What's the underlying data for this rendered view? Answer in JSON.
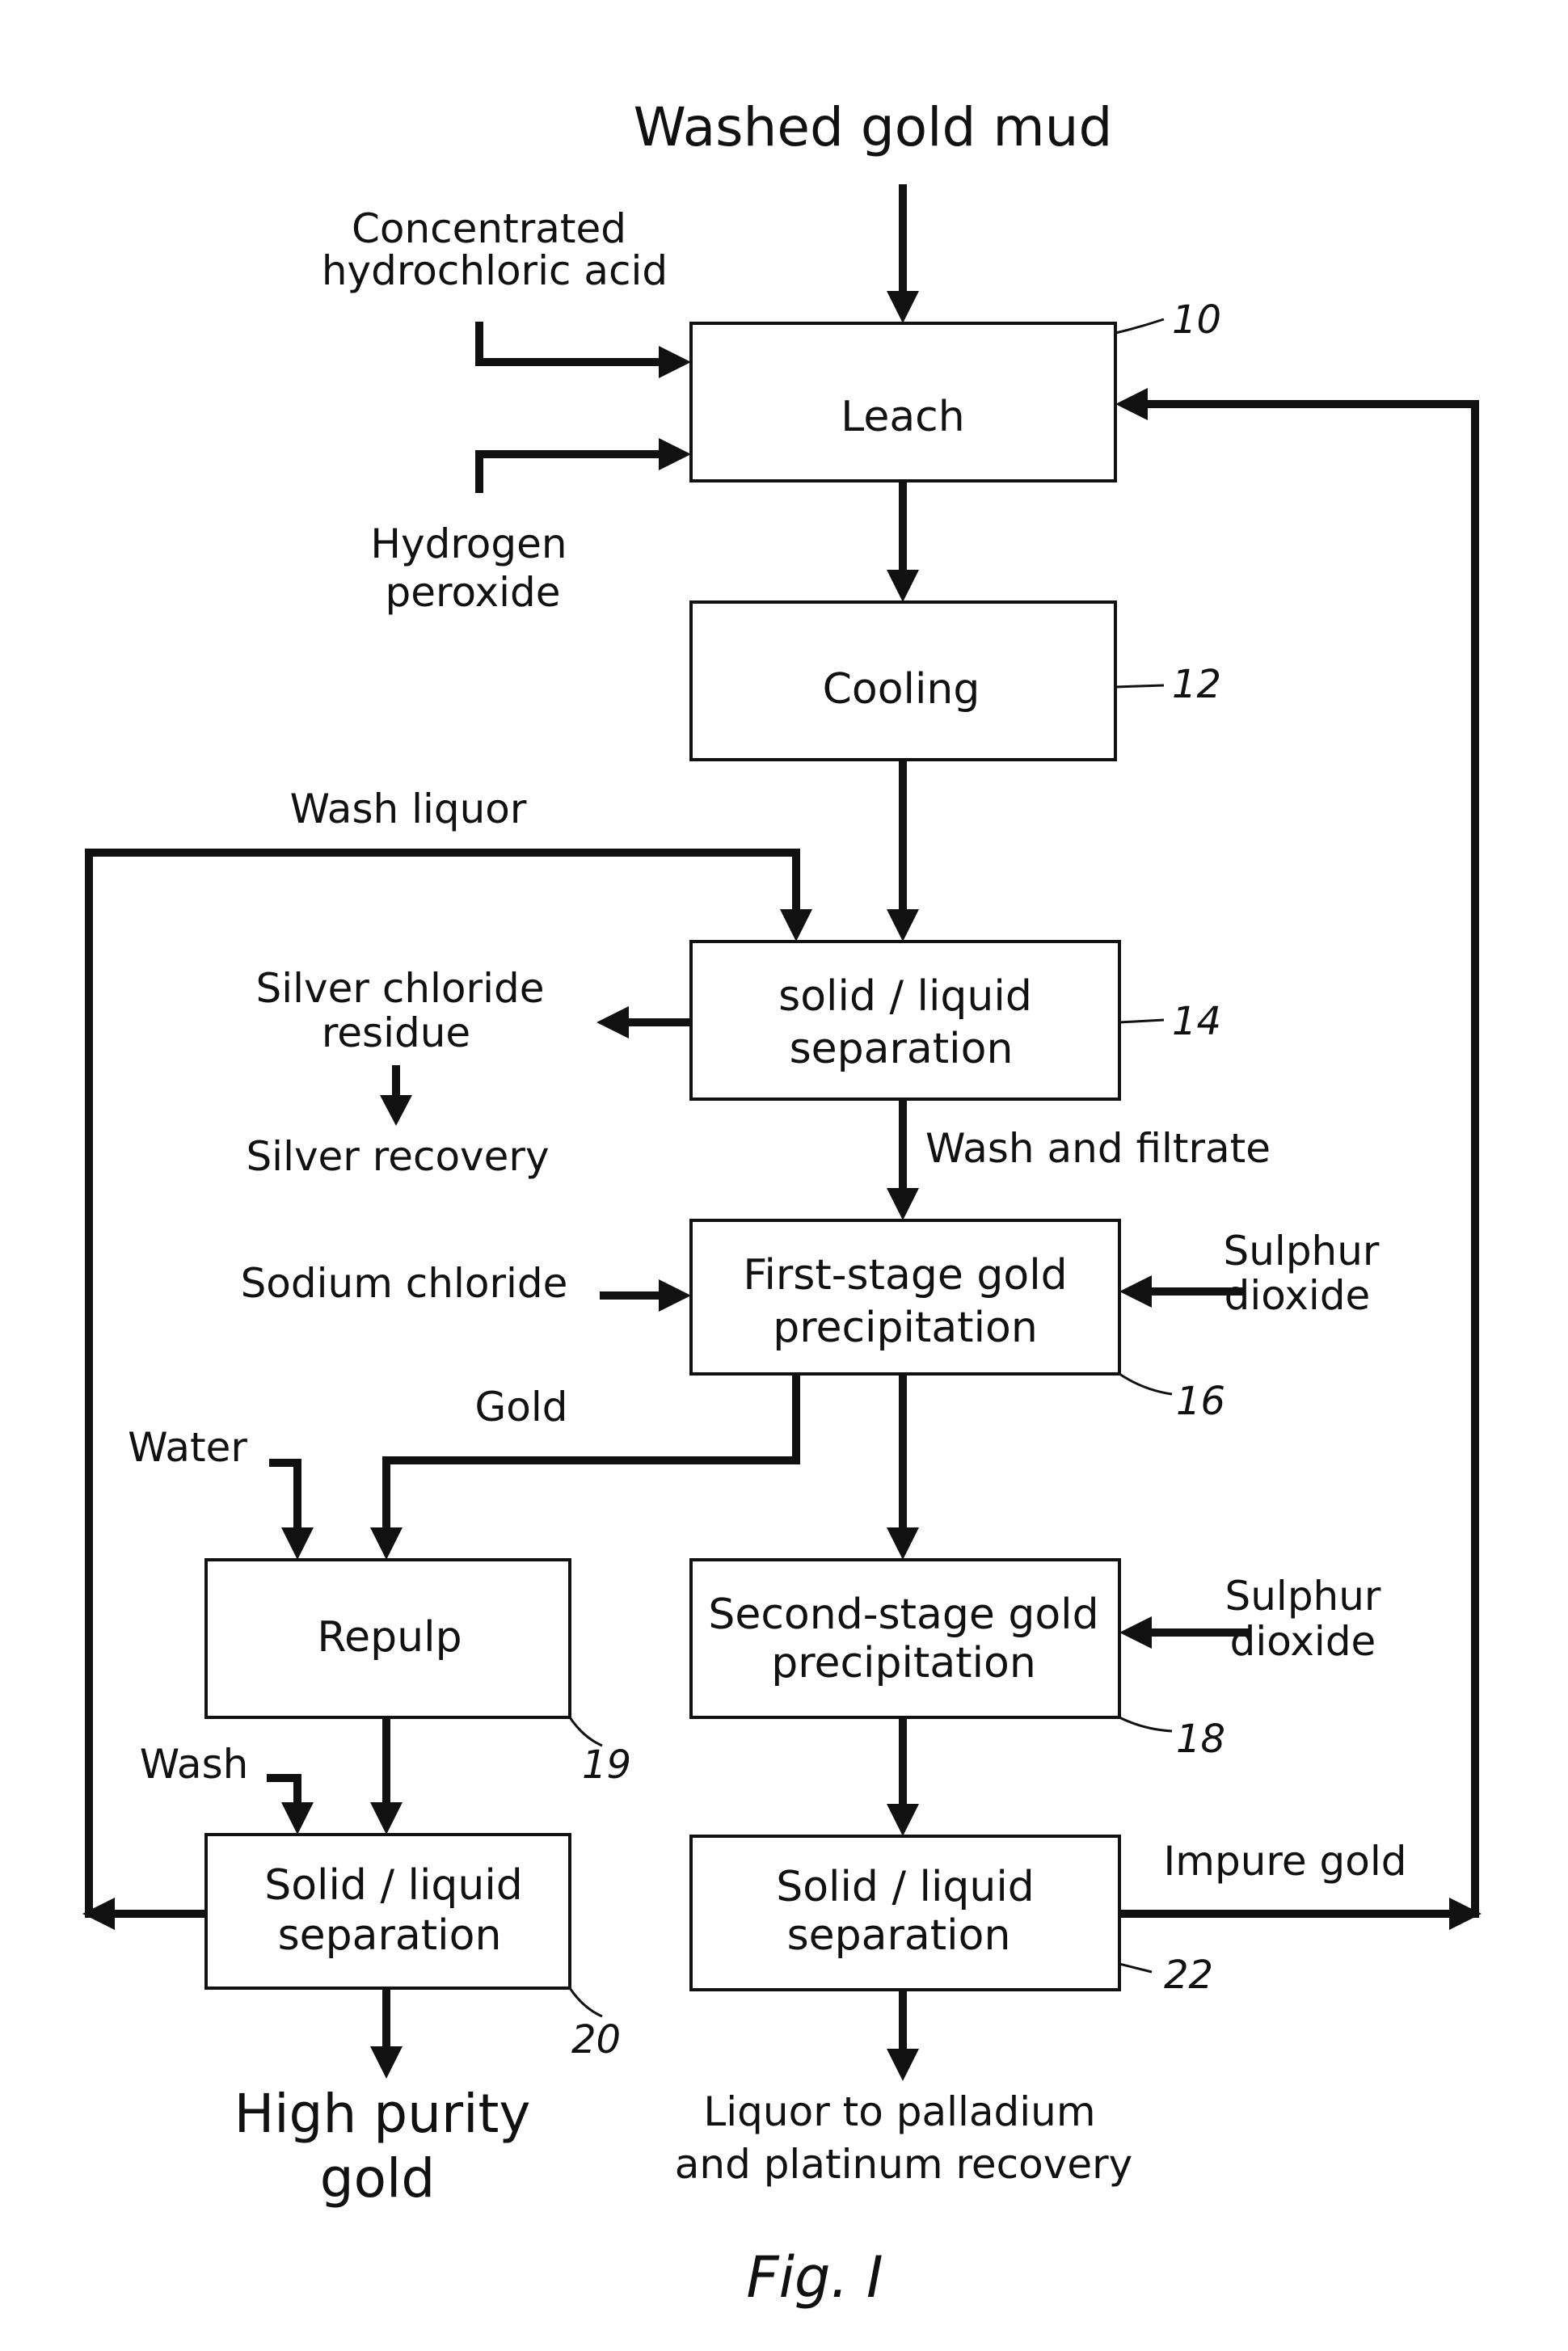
{
  "boxes": {
    "leach": {
      "lines": [
        "Leach"
      ],
      "ref": "10"
    },
    "cooling": {
      "lines": [
        "Cooling"
      ],
      "ref": "12"
    },
    "sep1": {
      "lines": [
        "solid / liquid",
        "separation"
      ],
      "ref": "14"
    },
    "first_stage": {
      "lines": [
        "First-stage gold",
        "precipitation"
      ],
      "ref": "16"
    },
    "second_stage": {
      "lines": [
        "Second-stage gold",
        "precipitation"
      ],
      "ref": "18"
    },
    "repulp": {
      "lines": [
        "Repulp"
      ],
      "ref": "19"
    },
    "sep_left": {
      "lines": [
        "Solid / liquid",
        "separation"
      ],
      "ref": "20"
    },
    "sep_right": {
      "lines": [
        "Solid / liquid",
        "separation"
      ],
      "ref": "22"
    }
  },
  "labels": {
    "washed_gold_mud": "Washed gold mud",
    "hcl": [
      "Concentrated",
      "hydrochloric acid"
    ],
    "h2o2": [
      "Hydrogen",
      "peroxide"
    ],
    "wash_liquor": "Wash liquor",
    "silver_residue": [
      "Silver chloride",
      "residue"
    ],
    "silver_recovery": "Silver recovery",
    "wash_filtrate": "Wash and filtrate",
    "sodium_chloride": "Sodium chloride",
    "so2_first": [
      "Sulphur",
      "dioxide"
    ],
    "so2_second": [
      "Sulphur",
      "dioxide"
    ],
    "gold": "Gold",
    "water": "Water",
    "wash": "Wash",
    "impure_gold": "Impure gold",
    "high_purity_gold": [
      "High purity",
      "gold"
    ],
    "liquor_recovery": [
      "Liquor to palladium",
      "and platinum recovery"
    ]
  },
  "figure_label": "Fig. I"
}
